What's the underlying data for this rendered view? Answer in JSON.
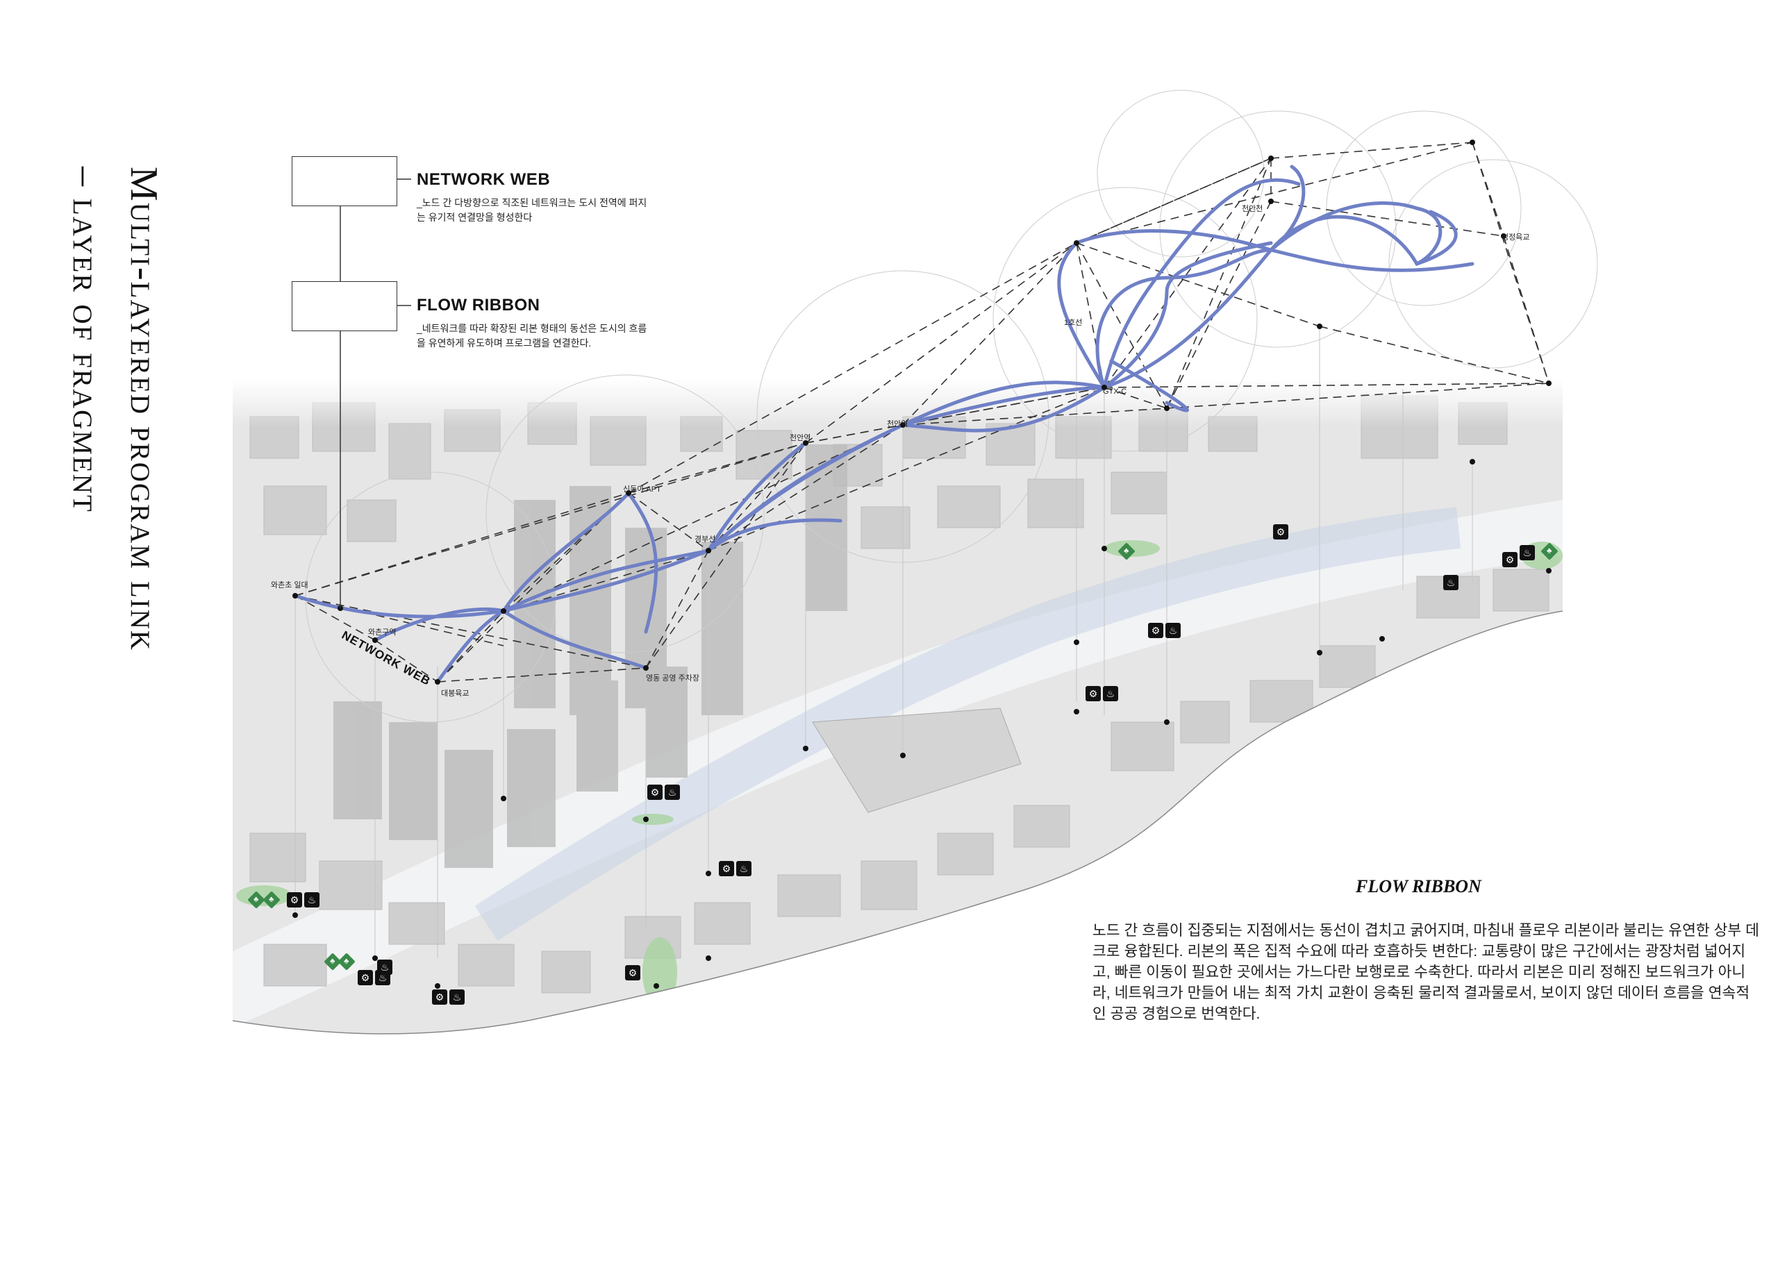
{
  "title": {
    "line1": "Multi-layered program link",
    "line2": "– layer of fragment"
  },
  "legend": {
    "network_web": {
      "title": "NETWORK WEB",
      "desc": "_노드 간 다방향으로 직조된 네트워크는 도시 전역에 퍼지는 유기적 연결망을 형성한다"
    },
    "flow_ribbon": {
      "title": "FLOW RIBBON",
      "desc": "_네트워크를 따라 확장된 리본 형태의 동선은 도시의 흐름을 유연하게 유도하며 프로그램을 연결한다."
    }
  },
  "diagram_label": "NETWORK WEB",
  "nodes": [
    "와촌초 일대",
    "와촌구역",
    "대봉육교",
    "신동아 APT",
    "경부선",
    "영동 공영 주차장",
    "천안역",
    "천안역",
    "GTX-C",
    "1호선",
    "천안천",
    "성정육교"
  ],
  "paragraph": {
    "title": "FLOW RIBBON",
    "text": " 노드 간 흐름이 집중되는 지점에서는 동선이 겹치고 굵어지며, 마침내 플로우 리본이라 불리는 유연한 상부 데크로 융합된다. 리본의 폭은 집적 수요에 따라 호흡하듯 변한다: 교통량이 많은 구간에서는 광장처럼 넓어지고, 빠른 이동이 필요한 곳에서는 가느다란 보행로로 수축한다. 따라서 리본은 미리 정해진 보드워크가 아니라, 네트워크가 만들어 내는 최적 가치 교환이 응축된 물리적 결과물로서, 보이지 않던 데이터 흐름을 연속적인 공공 경험으로 번역한다."
  },
  "colors": {
    "ribbon": "#6f80c6",
    "web": "#333333",
    "base": "#d9d9d9"
  }
}
